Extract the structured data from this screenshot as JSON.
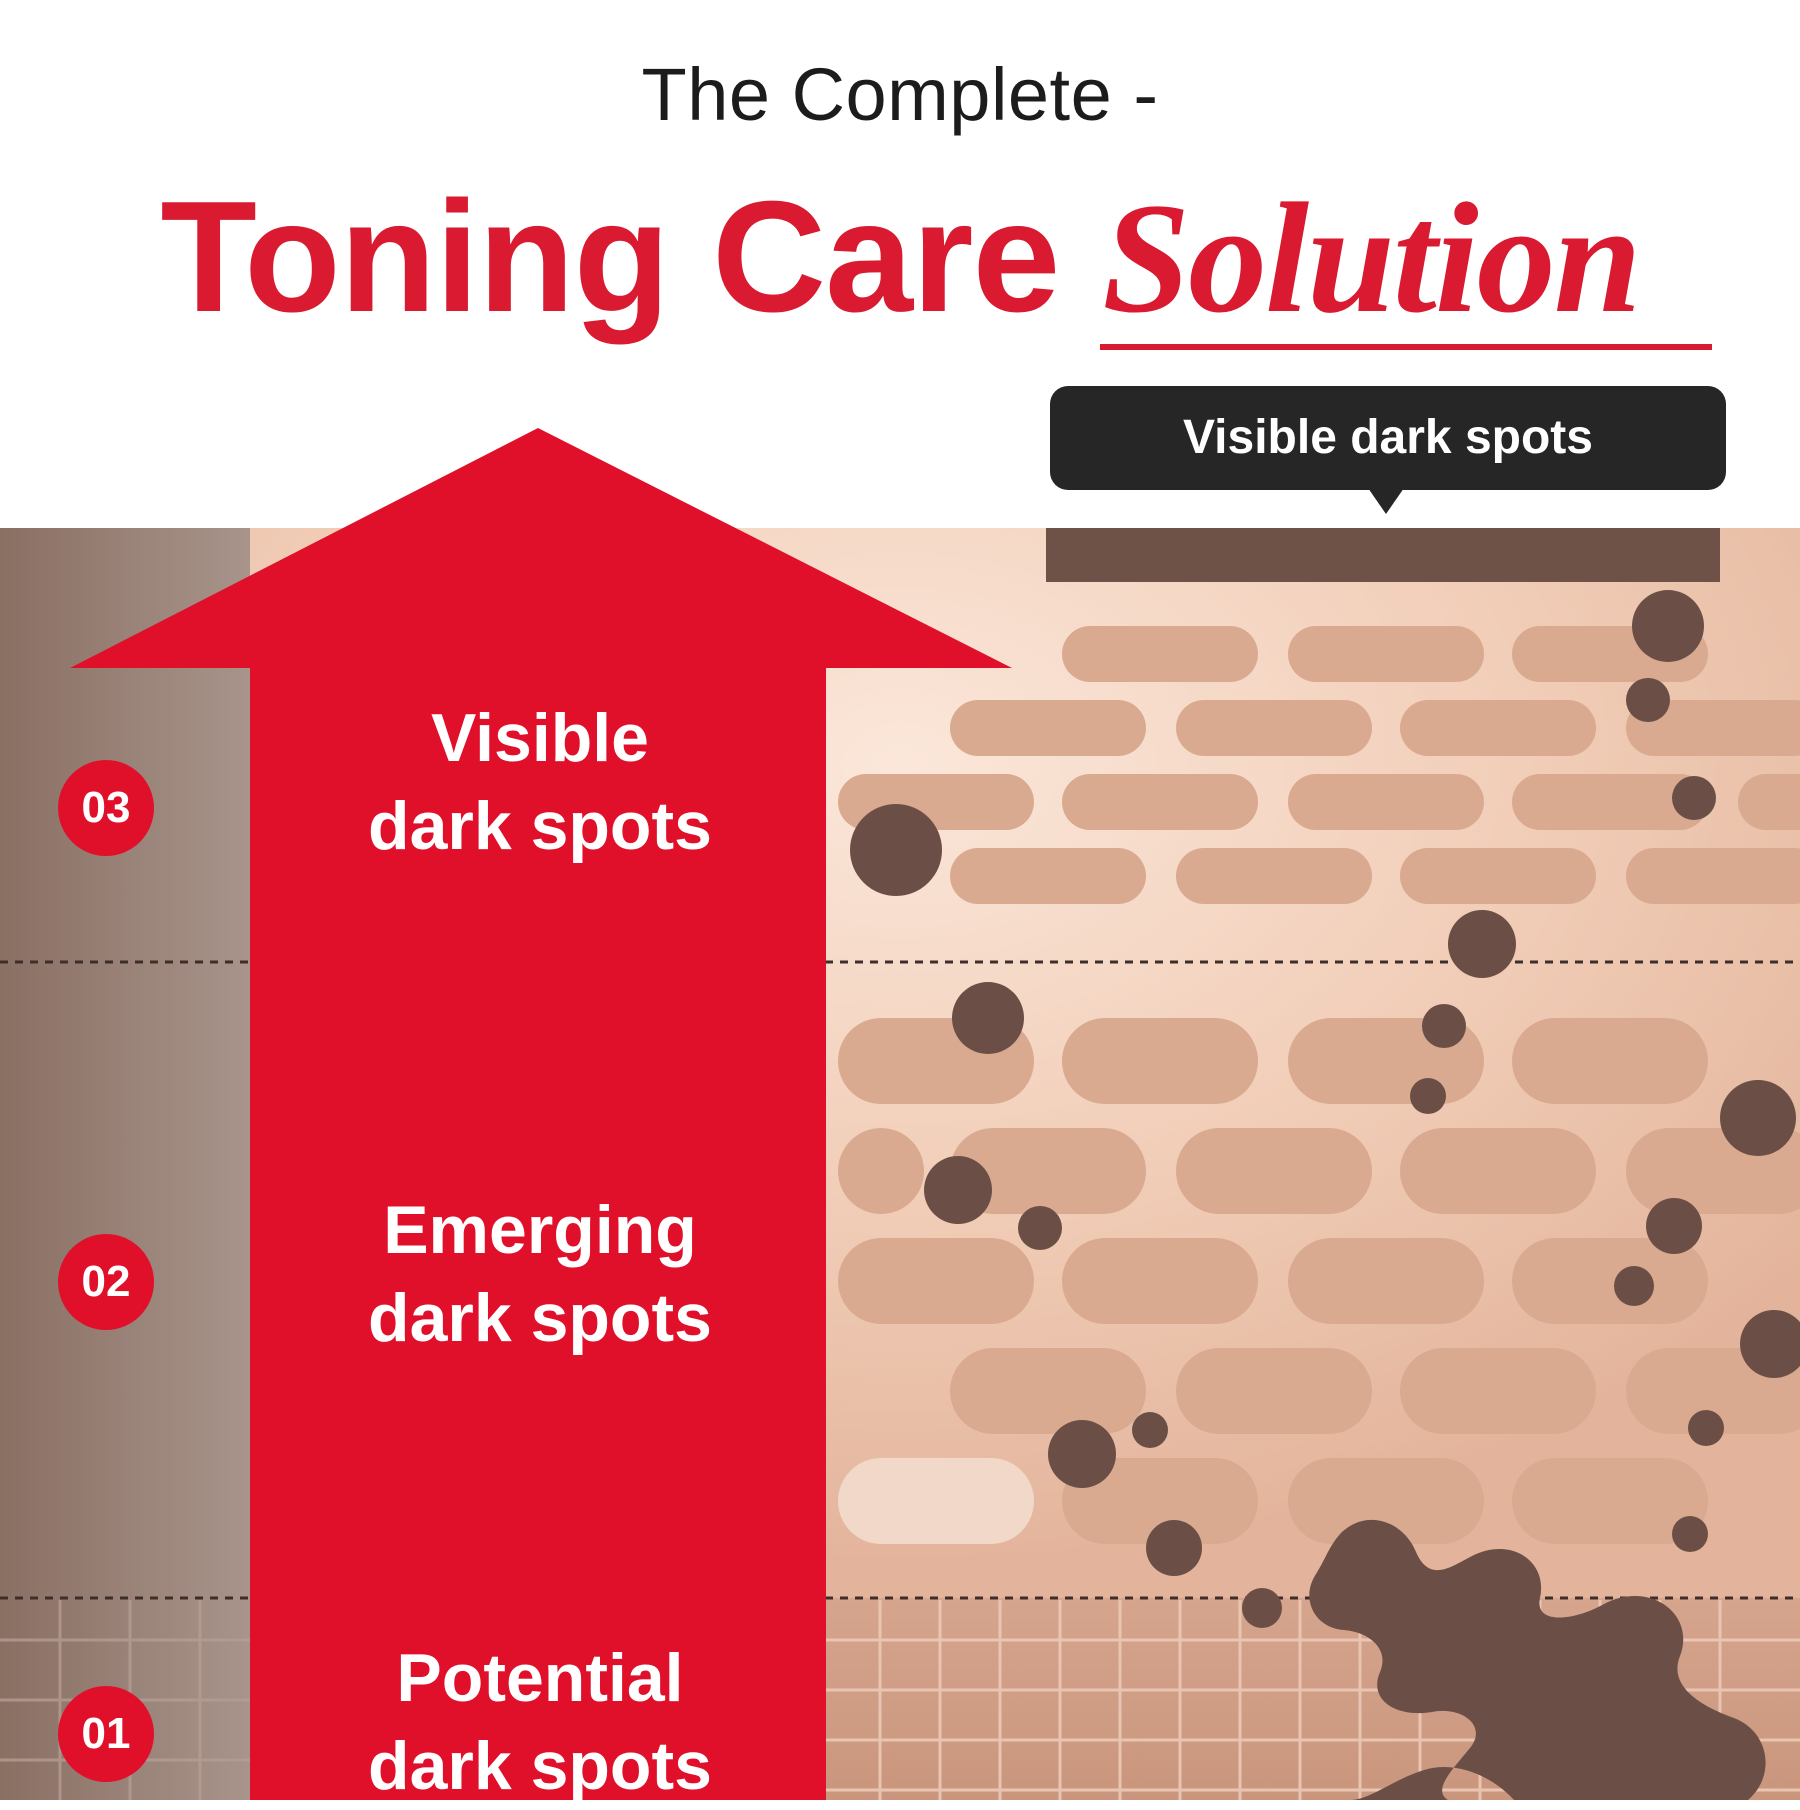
{
  "header": {
    "subtitle": "The Complete -",
    "title_main": "Toning Care ",
    "title_accent": "Solution"
  },
  "tooltip": {
    "label": "Visible dark spots"
  },
  "levels": [
    {
      "number": "03",
      "line1": "Visible",
      "line2": "dark spots"
    },
    {
      "number": "02",
      "line1": "Emerging",
      "line2": "dark spots"
    },
    {
      "number": "01",
      "line1": "Potential",
      "line2": "dark spots"
    }
  ],
  "colors": {
    "accent_red": "#e0102a",
    "title_red": "#d91a30",
    "skin_cell": "#d9aa90",
    "dark_spot": "#6b4f46",
    "dark_panel": "#262626"
  }
}
